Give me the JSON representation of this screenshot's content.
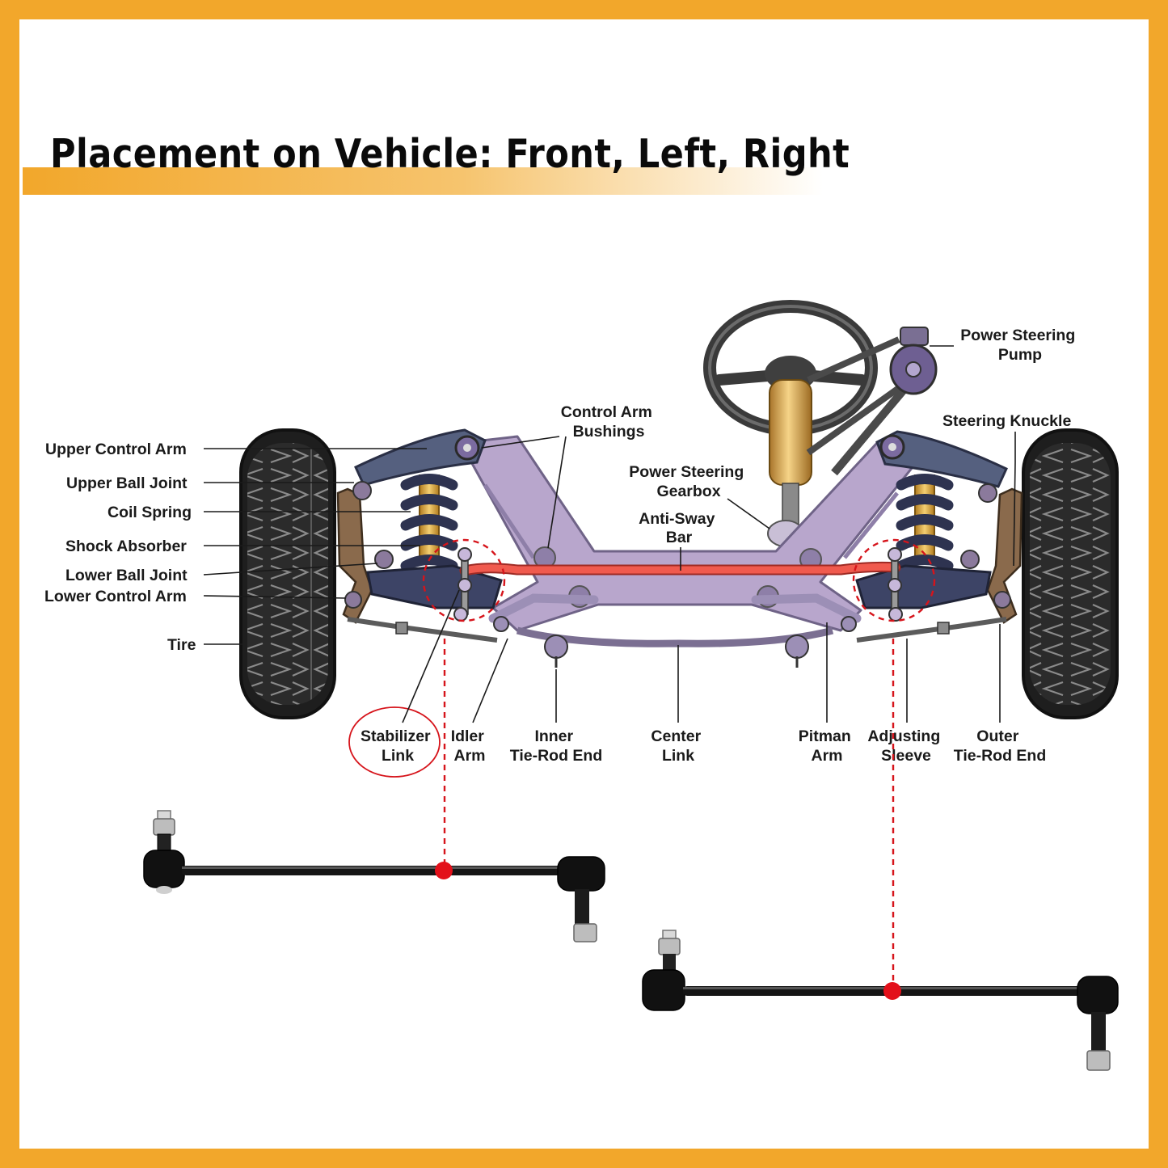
{
  "title": "Placement on Vehicle: Front, Left, Right",
  "labels": {
    "upper_control_arm": "Upper Control Arm",
    "upper_ball_joint": "Upper Ball Joint",
    "coil_spring": "Coil Spring",
    "shock_absorber": "Shock Absorber",
    "lower_ball_joint": "Lower Ball Joint",
    "lower_control_arm": "Lower Control Arm",
    "tire": "Tire",
    "control_arm_bushings": [
      "Control Arm",
      "Bushings"
    ],
    "power_steering_gearbox": [
      "Power Steering",
      "Gearbox"
    ],
    "anti_sway_bar": [
      "Anti-Sway",
      "Bar"
    ],
    "power_steering_pump": [
      "Power Steering",
      "Pump"
    ],
    "steering_knuckle": "Steering Knuckle",
    "stabilizer_link": [
      "Stabilizer",
      "Link"
    ],
    "idler_arm": [
      "Idler",
      "Arm"
    ],
    "inner_tie_rod_end": [
      "Inner",
      "Tie-Rod End"
    ],
    "center_link": [
      "Center",
      "Link"
    ],
    "pitman_arm": [
      "Pitman",
      "Arm"
    ],
    "adjusting_sleeve": [
      "Adjusting",
      "Sleeve"
    ],
    "outer_tie_rod_end": [
      "Outer",
      "Tie-Rod End"
    ]
  },
  "colors": {
    "border": "#F2A72B",
    "highlight": "#d6141b",
    "frame_purple": "#B8A6CC",
    "spring_navy": "#2E3350",
    "anti_sway": "#F05A4E",
    "shock_gold": "#E0A93B"
  }
}
